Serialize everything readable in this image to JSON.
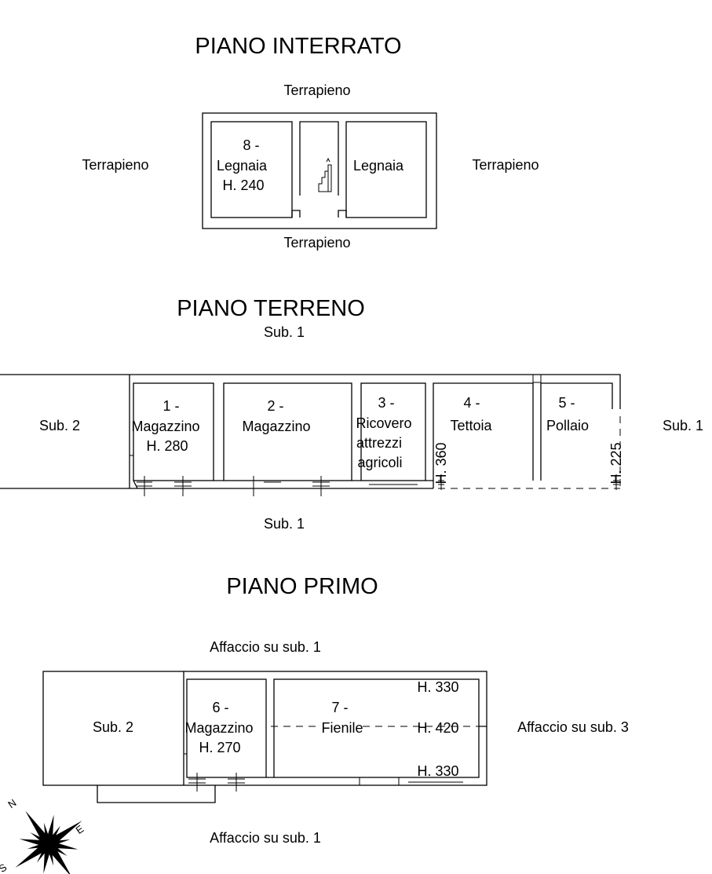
{
  "floors": {
    "interrato": {
      "title": "PIANO INTERRATO",
      "terrapieno_top": "Terrapieno",
      "terrapieno_left": "Terrapieno",
      "terrapieno_right": "Terrapieno",
      "terrapieno_bottom": "Terrapieno",
      "room8": {
        "number": "8 -",
        "name": "Legnaia",
        "height": "H. 240"
      },
      "room_legnaia": {
        "name": "Legnaia"
      }
    },
    "terreno": {
      "title": "PIANO TERRENO",
      "sub_top": "Sub. 1",
      "sub_left": "Sub. 2",
      "sub_right": "Sub. 1",
      "sub_bottom": "Sub. 1",
      "room1": {
        "number": "1 -",
        "name": "Magazzino",
        "height": "H. 280"
      },
      "room2": {
        "number": "2 -",
        "name": "Magazzino"
      },
      "room3": {
        "number": "3 -",
        "line1": "Ricovero",
        "line2": "attrezzi",
        "line3": "agricoli"
      },
      "room4": {
        "number": "4 -",
        "name": "Tettoia",
        "height": "H. 360"
      },
      "room5": {
        "number": "5 -",
        "name": "Pollaio",
        "height": "H. 225"
      }
    },
    "primo": {
      "title": "PIANO PRIMO",
      "affaccio_top": "Affaccio su sub. 1",
      "affaccio_right": "Affaccio su sub. 3",
      "affaccio_bottom": "Affaccio su sub. 1",
      "sub_left": "Sub. 2",
      "room6": {
        "number": "6 -",
        "name": "Magazzino",
        "height": "H. 270"
      },
      "room7": {
        "number": "7 -",
        "name": "Fienile",
        "height_top": "H. 330",
        "height_mid": "H. 420",
        "height_bottom": "H. 330"
      }
    }
  },
  "compass": {
    "north": "N",
    "east": "E",
    "south": "S"
  }
}
